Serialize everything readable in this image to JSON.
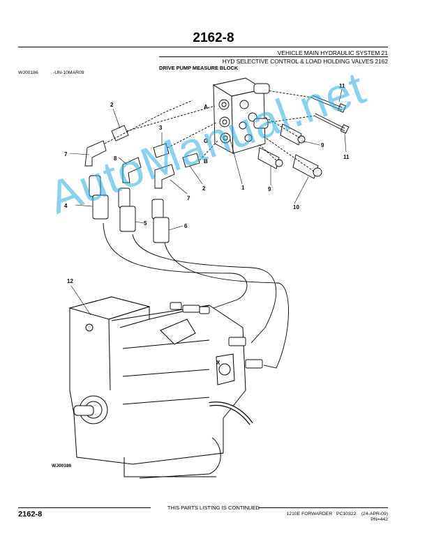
{
  "header": {
    "page_title": "2162-8",
    "section": "VEHICLE MAIN HYDRAULIC SYSTEM 21",
    "group": "HYD SELECTIVE CONTROL & LOAD HOLDING VALVES 2162",
    "subtitle": "DRIVE PUMP MEASURE BLOCK",
    "figure_id": "WJ00186",
    "figure_code": "-UN-10MAR09"
  },
  "diagram": {
    "callouts": [
      "1",
      "2",
      "2",
      "3",
      "4",
      "5",
      "6",
      "7",
      "7",
      "8",
      "9",
      "9",
      "10",
      "11",
      "11",
      "12"
    ],
    "port_letters": [
      "A",
      "B",
      "G",
      "X"
    ],
    "figure_label": "WJ00186"
  },
  "watermark": "AutoManual.net",
  "footer": {
    "continued": "THIS PARTS LISTING IS CONTINUED",
    "page_number": "2162-8",
    "model": "1210E FORWARDER",
    "catalog": "PC10322",
    "date": "(24-APR-09)",
    "pn": "PN=442"
  }
}
